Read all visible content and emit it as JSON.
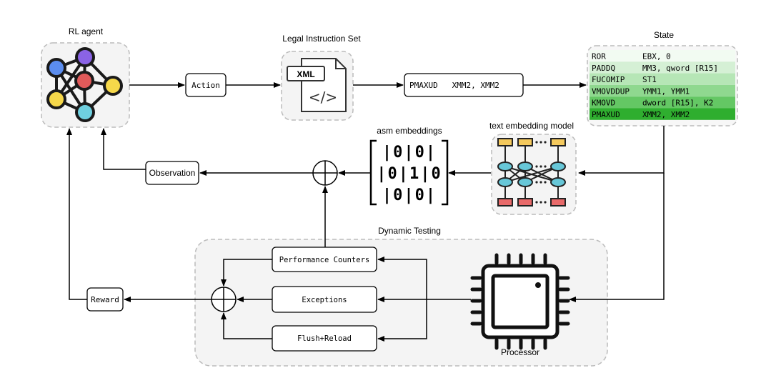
{
  "labels": {
    "rl_agent": "RL agent",
    "legal_instruction_set": "Legal Instruction Set",
    "state": "State",
    "asm_embeddings": "asm embeddings",
    "text_embedding_model": "text embedding model",
    "dynamic_testing": "Dynamic Testing",
    "processor": "Processor",
    "xml_badge": "XML",
    "code_glyph": "</>"
  },
  "boxes": {
    "action": "Action",
    "observation": "Observation",
    "reward": "Reward",
    "selected_instruction": "PMAXUD   XMM2, XMM2",
    "performance_counters": "Performance Counters",
    "exceptions": "Exceptions",
    "flush_reload": "Flush+Reload"
  },
  "state_rows": [
    {
      "op": "ROR",
      "args": "EBX, 0",
      "shade": "#f2fbf2"
    },
    {
      "op": "PADDQ",
      "args": "MM3, qword [R15]",
      "shade": "#d5f0d5"
    },
    {
      "op": "FUCOMIP",
      "args": "ST1",
      "shade": "#b6e6b6"
    },
    {
      "op": "VMOVDDUP",
      "args": "YMM1, YMM1",
      "shade": "#8fd88f"
    },
    {
      "op": "KMOVD",
      "args": "dword [R15], K2",
      "shade": "#64c764"
    },
    {
      "op": "PMAXUD",
      "args": "XMM2, XMM2",
      "shade": "#2fae2f"
    }
  ],
  "embedding_rows": [
    "|0|0|",
    "|0|1|0",
    "|0|0|"
  ],
  "colors": {
    "panel_fill": "#f4f4f4",
    "panel_border": "#bbbbbb",
    "agent_blue": "#5b8def",
    "agent_purple": "#8a63e6",
    "agent_red": "#e05a5a",
    "agent_yellow": "#f6d84a",
    "agent_cyan": "#6fd0e0",
    "nn_top": "#f4c95d",
    "nn_mid": "#67c7d8",
    "nn_bottom": "#e86a6a"
  }
}
